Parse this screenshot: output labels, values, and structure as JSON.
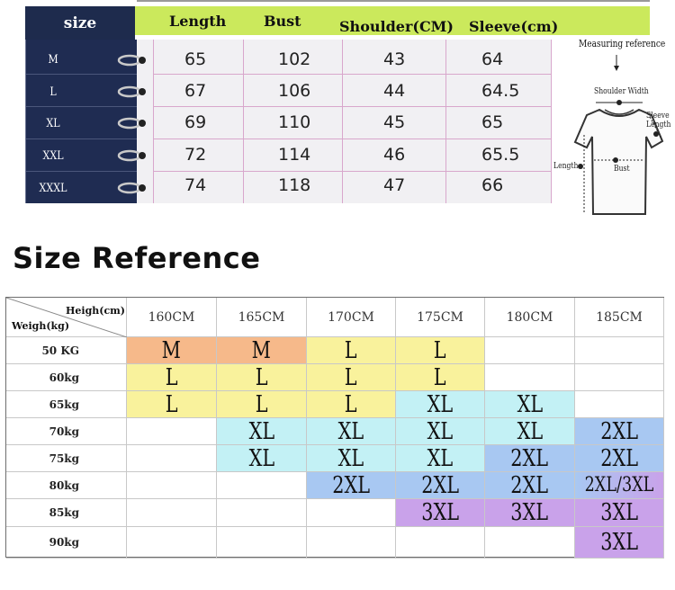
{
  "size_chart": {
    "headers": [
      "size",
      "Length",
      "Bust",
      "Shoulder(CM)",
      "Sleeve(cm)"
    ],
    "rows": [
      {
        "size": "M",
        "length": "65",
        "bust": "102",
        "shoulder": "43",
        "sleeve": "64"
      },
      {
        "size": "L",
        "length": "67",
        "bust": "106",
        "shoulder": "44",
        "sleeve": "64.5"
      },
      {
        "size": "XL",
        "length": "69",
        "bust": "110",
        "shoulder": "45",
        "sleeve": "65"
      },
      {
        "size": "XXL",
        "length": "72",
        "bust": "114",
        "shoulder": "46",
        "sleeve": "65.5"
      },
      {
        "size": "XXXL",
        "length": "74",
        "bust": "118",
        "shoulder": "47",
        "sleeve": "66"
      }
    ],
    "colors": {
      "header_bar": "#cbe95c",
      "size_column": "#1f2c52",
      "grid_bg": "#f1f0f3",
      "grid_lines": "#d8a7cc"
    }
  },
  "measuring_reference": {
    "title": "Measuring reference",
    "labels": {
      "shoulder": "Shoulder Width",
      "sleeve": "Sleeve Length",
      "length": "Length",
      "bust": "Bust"
    }
  },
  "size_reference": {
    "title": "Size  Reference",
    "corner_height_label": "Heigh(cm)",
    "corner_weight_label": "Weigh(kg)",
    "heights": [
      "160CM",
      "165CM",
      "170CM",
      "175CM",
      "180CM",
      "185CM"
    ],
    "rows": [
      {
        "weight": "50 KG",
        "sizes": [
          "M",
          "M",
          "L",
          "L",
          "",
          ""
        ]
      },
      {
        "weight": "60kg",
        "sizes": [
          "L",
          "L",
          "L",
          "L",
          "",
          ""
        ]
      },
      {
        "weight": "65kg",
        "sizes": [
          "L",
          "L",
          "L",
          "XL",
          "XL",
          ""
        ]
      },
      {
        "weight": "70kg",
        "sizes": [
          "",
          "XL",
          "XL",
          "XL",
          "XL",
          "2XL"
        ]
      },
      {
        "weight": "75kg",
        "sizes": [
          "",
          "XL",
          "XL",
          "XL",
          "2XL",
          "2XL"
        ]
      },
      {
        "weight": "80kg",
        "sizes": [
          "",
          "",
          "2XL",
          "2XL",
          "2XL",
          "2XL/3XL"
        ]
      },
      {
        "weight": "85kg",
        "sizes": [
          "",
          "",
          "",
          "3XL",
          "3XL",
          "3XL"
        ]
      },
      {
        "weight": "90kg",
        "sizes": [
          "",
          "",
          "",
          "",
          "",
          "3XL"
        ]
      }
    ],
    "size_colors": {
      "M": "#f6b98a",
      "L": "#f9f29c",
      "XL": "#c3f1f5",
      "2XL": "#a8c8f2",
      "3XL": "#c9a2ea"
    }
  }
}
